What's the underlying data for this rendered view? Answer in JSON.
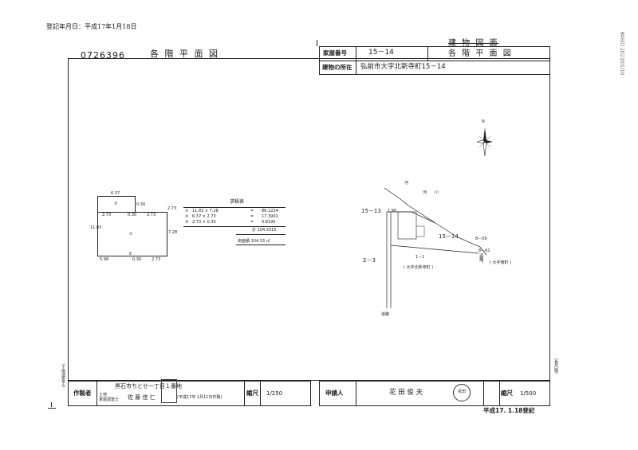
{
  "header": {
    "registration_date": "登記年月日：平成17年1月18日",
    "doc_number": "0726396",
    "title_left": "各 階 平 面 図",
    "title_right_struck": "建 物 図 面",
    "title_right": "各 階 平 面 図",
    "house_number_label": "家屋番号",
    "house_number": "15－14",
    "location_label": "建物の所在",
    "location": "弘前市大字北新寺町15－14",
    "side_stamp": "表示日 2023/01/10"
  },
  "floor_plan": {
    "label_2": "②",
    "label_1": "①",
    "label_3": "③",
    "dim_top": "6.37",
    "dim_left": "11.83",
    "dim_right": "7.28",
    "dim_mid_a": "2.73",
    "dim_mid_b": "0.30",
    "dim_mid_c": "2.73",
    "dim_bottom_a": "5.98",
    "dim_bottom_b": "0.30",
    "dim_bottom_c": "2.73",
    "dim_side_a": "0.30",
    "dim_side_b": "2.73"
  },
  "area_table": {
    "title": "求積表",
    "rows": [
      {
        "no": "①",
        "calc": "11.83 × 7.28",
        "eq": "=",
        "value": "86.1224"
      },
      {
        "no": "②",
        "calc": "6.37 × 2.73",
        "eq": "=",
        "value": "17.3901"
      },
      {
        "no": "③",
        "calc": "2.73 × 0.30",
        "eq": "=",
        "value": "0.8190"
      }
    ],
    "total": "計 104.3315",
    "floor_area": "床面積 104.33 ㎡"
  },
  "site_map": {
    "north": "N",
    "river": "河　　川",
    "lot_15_13": "15－13",
    "lot_15_14": "15－14",
    "lot_8_59": "8－59",
    "lot_8_61": "8－61",
    "lot_2_3": "2－3",
    "lot_1_1": "1－1",
    "area_kita": "( 大字北新寺町 )",
    "area_minami": "( 大字南町 )",
    "road_label": "道路",
    "road_label_2": "道路",
    "side_label_left": "(土地調査士)",
    "side_label_right": "(長尺版)"
  },
  "footer": {
    "preparer_label": "作製者",
    "preparer_address": "黒石市ちとせ一丁目１番地",
    "qual_line1": "土地",
    "qual_line2": "家屋調査士",
    "preparer_name": "佐 藤 佳 仁",
    "date_note": "(平成17年 1月11日作製)",
    "scale_label": "縮尺",
    "scale_left": "1/250",
    "applicant_label": "申請人",
    "applicant_name": "花 田 俊 夫",
    "seal_text": "花田",
    "scale_right": "1/500",
    "registered": "平成17. 1.18登記"
  }
}
